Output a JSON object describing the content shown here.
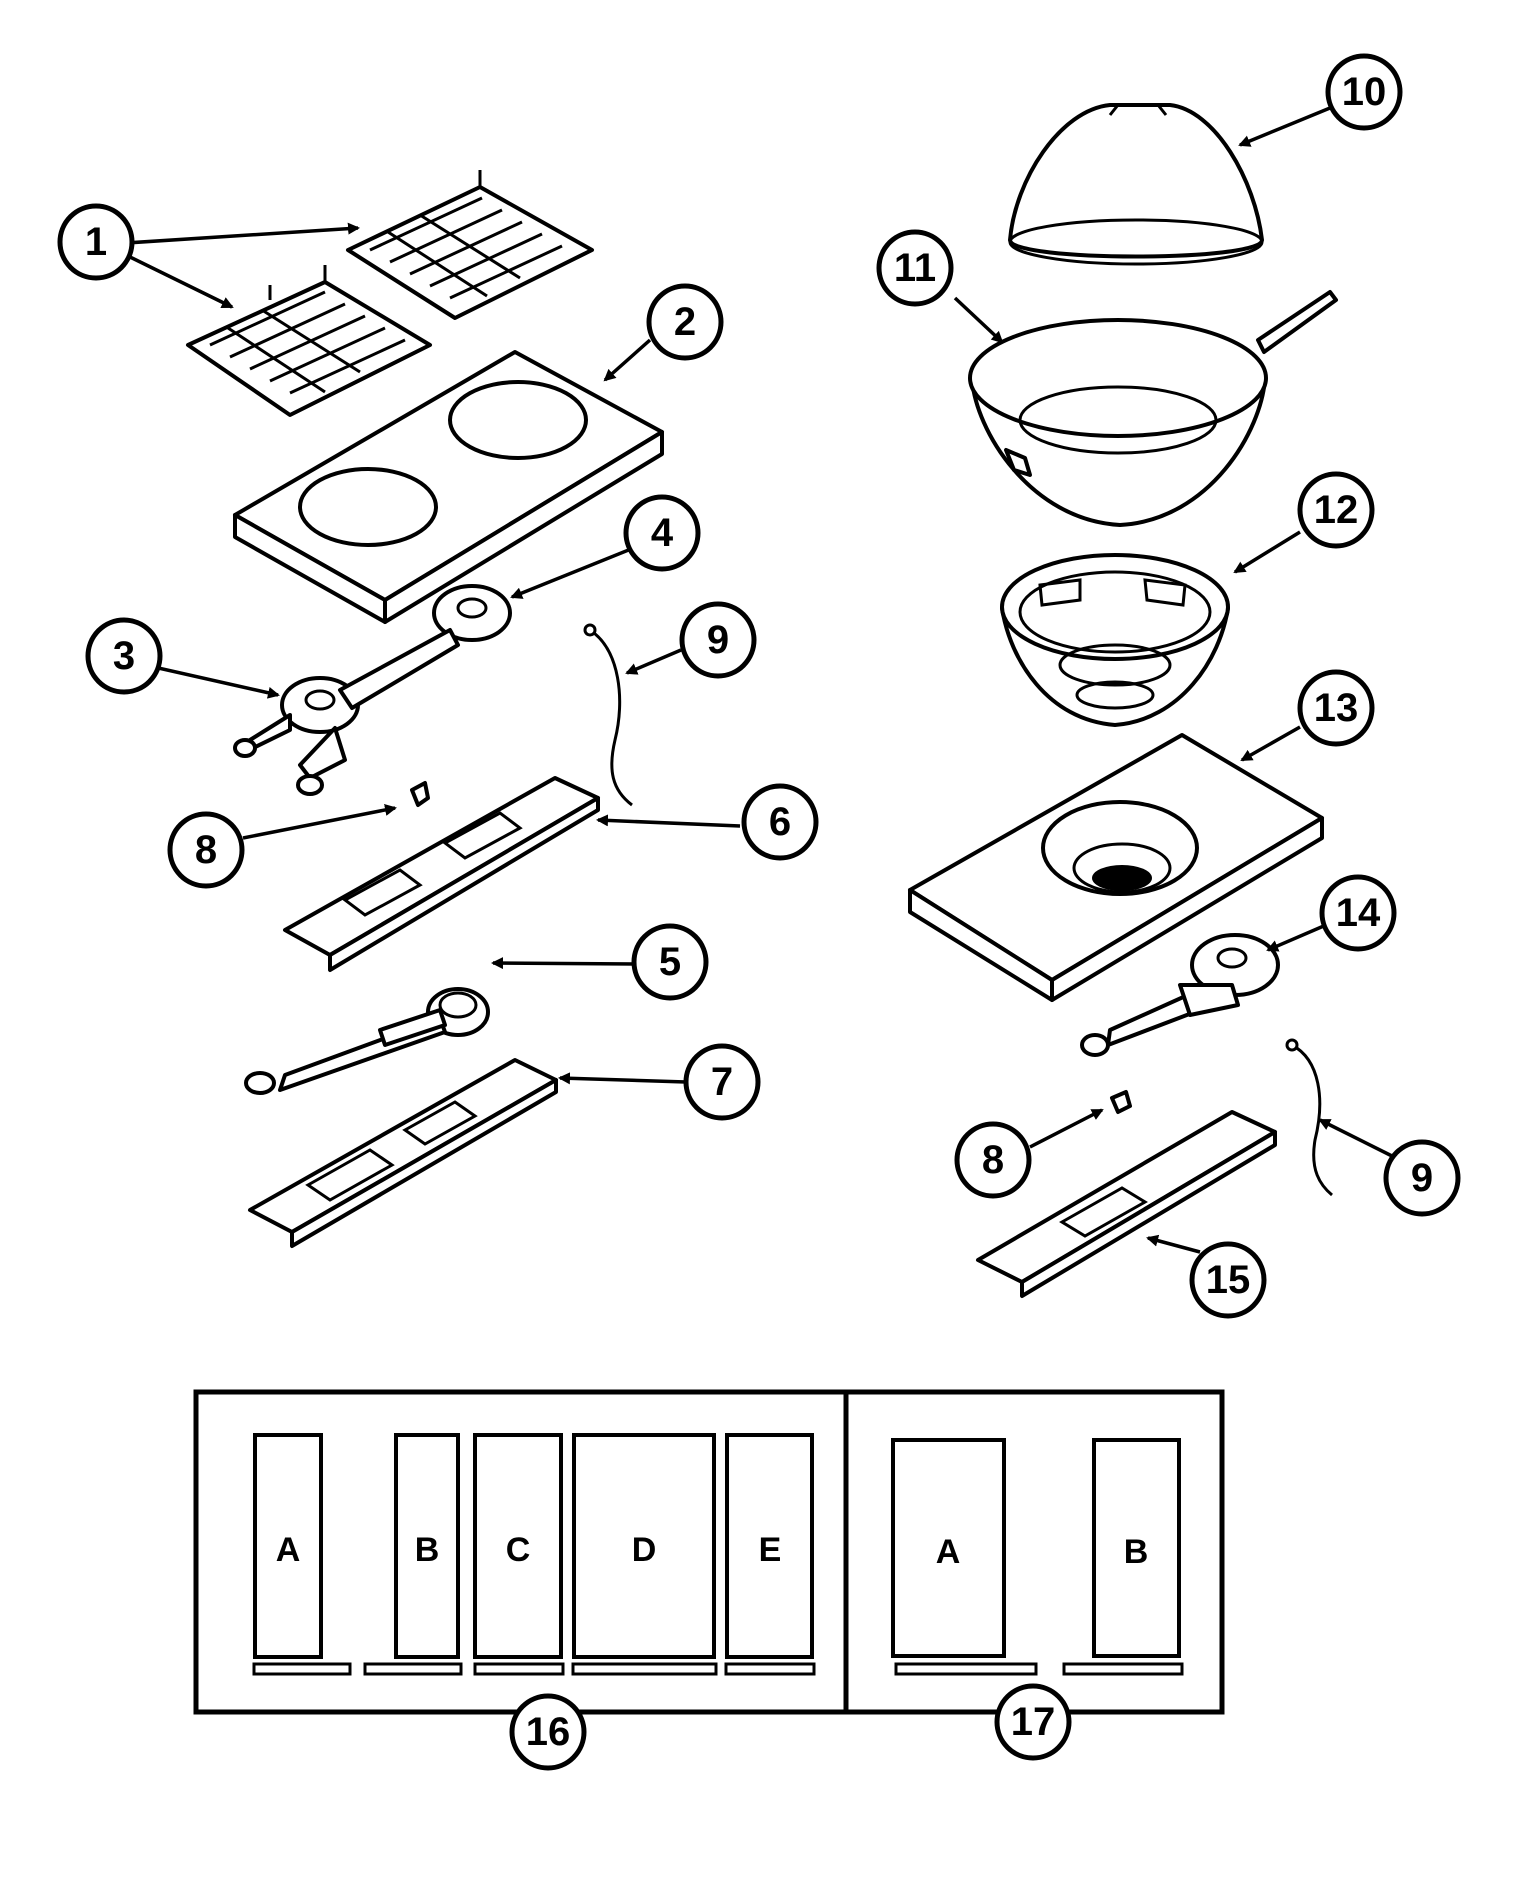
{
  "callouts": {
    "c1": "1",
    "c2": "2",
    "c3": "3",
    "c4": "4",
    "c5": "5",
    "c6": "6",
    "c7": "7",
    "c8a": "8",
    "c9a": "9",
    "c10": "10",
    "c11": "11",
    "c12": "12",
    "c13": "13",
    "c14": "14",
    "c8b": "8",
    "c9b": "9",
    "c15": "15",
    "c16": "16",
    "c17": "17"
  },
  "kit16": {
    "a": "A",
    "b": "B",
    "c": "C",
    "d": "D",
    "e": "E"
  },
  "kit17": {
    "a": "A",
    "b": "B"
  },
  "icons": {
    "grate": "grate-icon",
    "cooktop_panel": "cooktop-panel-icon",
    "burner": "burner-icon",
    "wok_cover": "wok-cover-icon",
    "wok": "wok-icon",
    "wok_ring": "wok-ring-icon",
    "wok_panel": "wok-panel-icon",
    "burner_box": "burner-box-icon",
    "electrode": "electrode-wire-icon",
    "clip": "clip-icon"
  }
}
